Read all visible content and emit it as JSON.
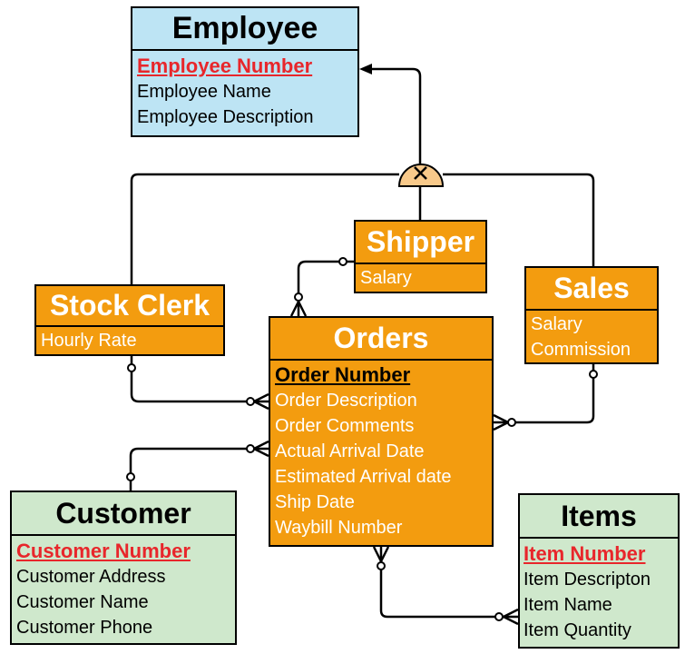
{
  "employee": {
    "title": "Employee",
    "key": "Employee Number",
    "attrs": [
      "Employee Name",
      "Employee Description"
    ]
  },
  "shipper": {
    "title": "Shipper",
    "attrs": [
      "Salary"
    ]
  },
  "sales": {
    "title": "Sales",
    "attrs": [
      "Salary",
      "Commission"
    ]
  },
  "stock_clerk": {
    "title": "Stock Clerk",
    "attrs": [
      "Hourly Rate"
    ]
  },
  "orders": {
    "title": "Orders",
    "key": "Order Number",
    "attrs": [
      "Order Description",
      "Order Comments",
      "Actual Arrival Date",
      "Estimated Arrival date",
      "Ship Date",
      "Waybill Number"
    ]
  },
  "customer": {
    "title": "Customer",
    "key": "Customer Number",
    "attrs": [
      "Customer Address",
      "Customer Name",
      "Customer Phone"
    ]
  },
  "items": {
    "title": "Items",
    "key": "Item Number",
    "attrs": [
      "Item Descripton",
      "Item Name",
      "Item Quantity"
    ]
  },
  "subtype_symbol": "exclusive-subtype-x",
  "colors": {
    "supertype_fill": "#bde4f4",
    "subtype_fill": "#f39c0f",
    "entity_fill": "#cfe8cc",
    "primary_key_red": "#e8262b",
    "line": "#000000"
  }
}
